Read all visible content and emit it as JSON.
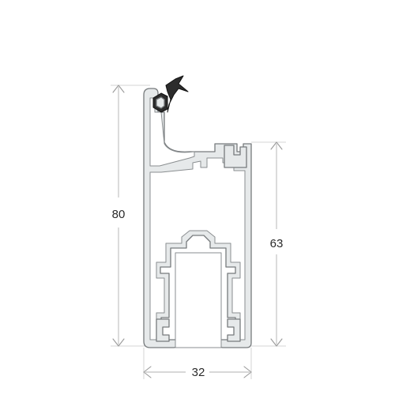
{
  "dimensions": {
    "total_height": "80",
    "inner_height": "63",
    "width": "32"
  }
}
